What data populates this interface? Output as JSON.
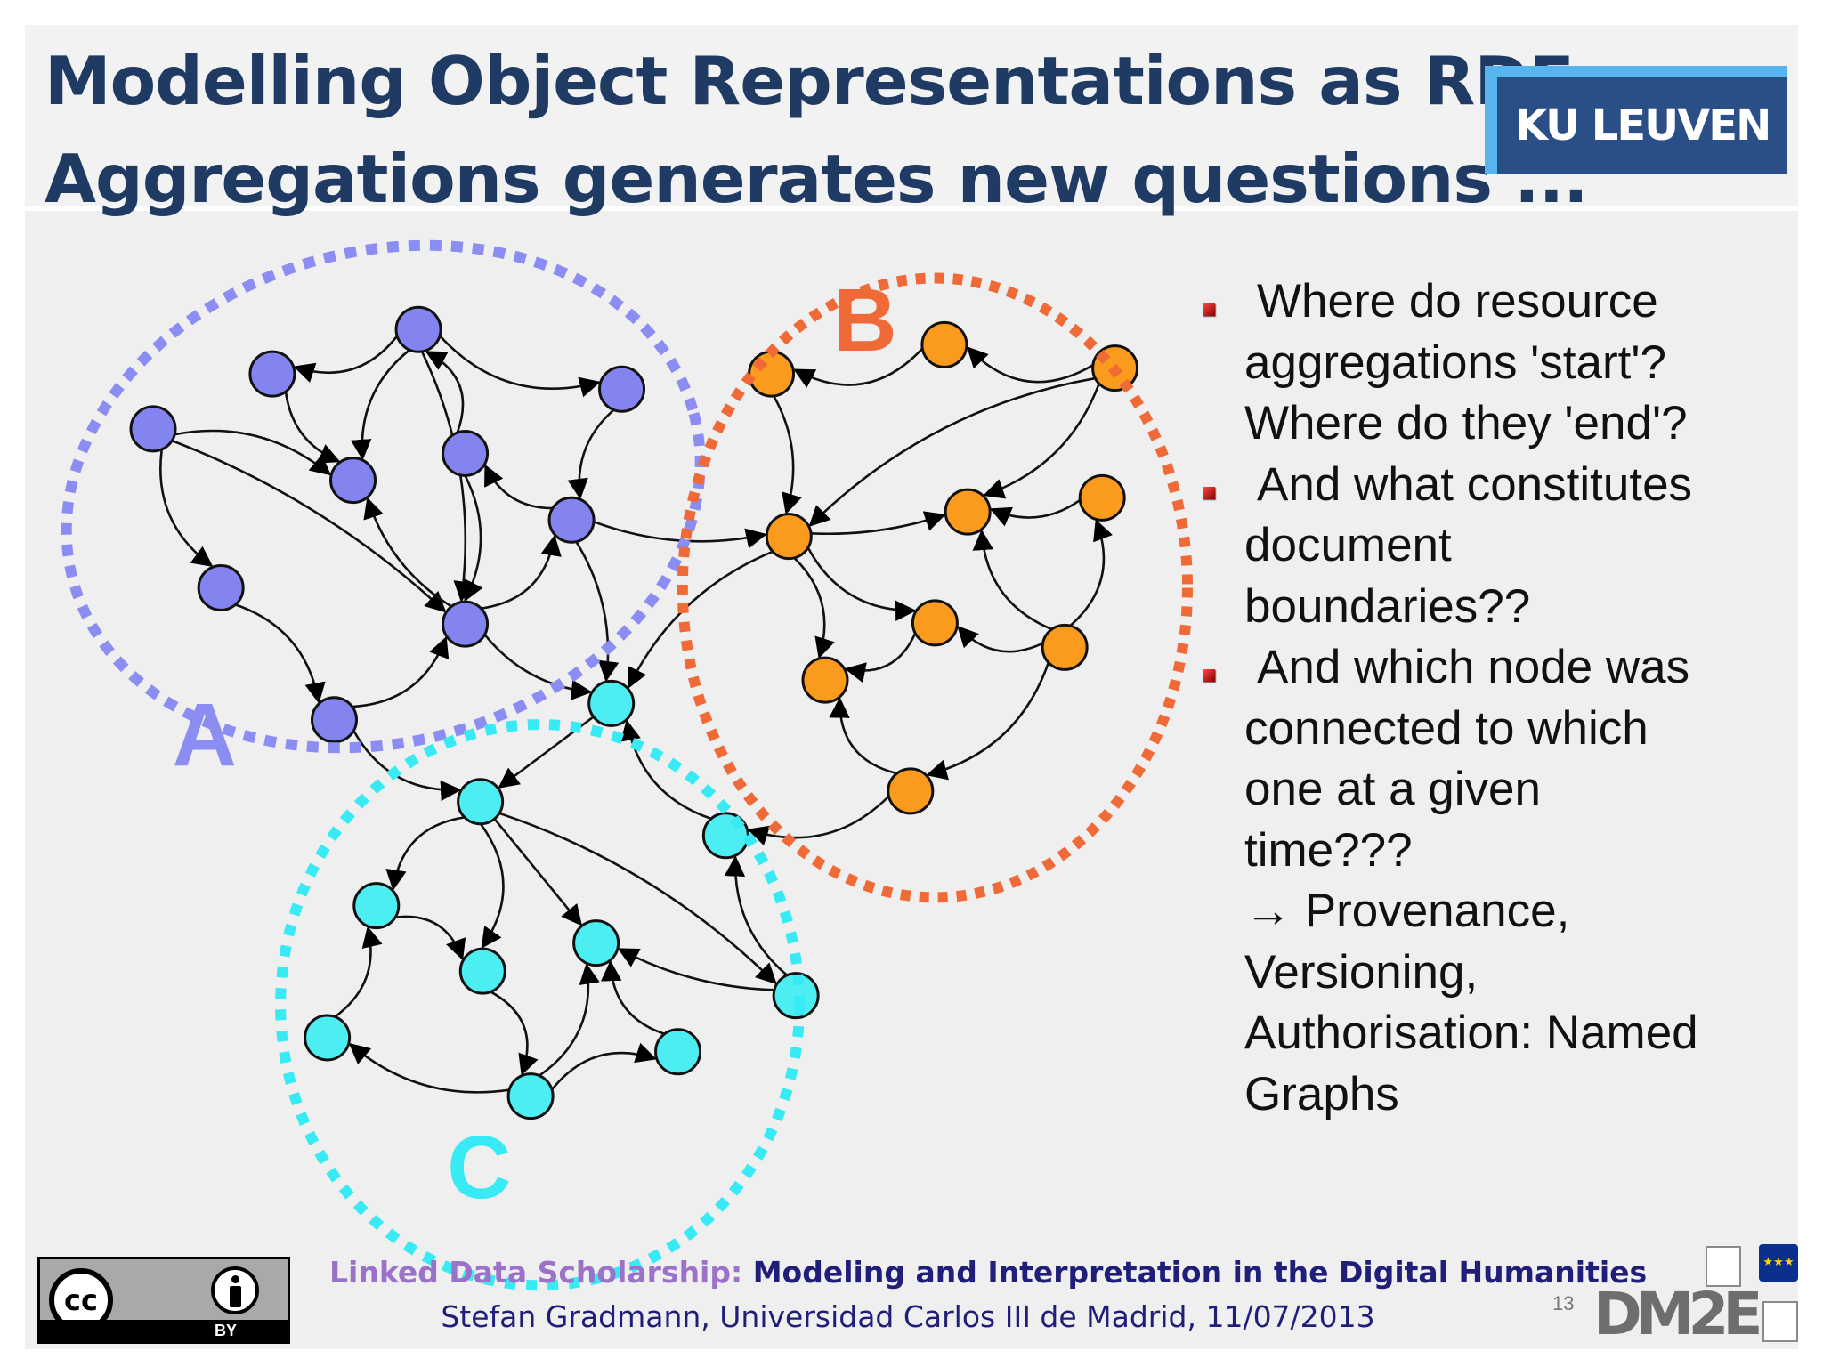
{
  "title": {
    "line1": "Modelling Object Representations as RDF",
    "line2": "Aggregations generates new questions ..."
  },
  "logo": {
    "text": "KU LEUVEN"
  },
  "diagram": {
    "clusters": [
      {
        "label": "A",
        "color": "#8b8df2"
      },
      {
        "label": "B",
        "color": "#f06a38"
      },
      {
        "label": "C",
        "color": "#38eaf4"
      }
    ],
    "node_colors": {
      "A": "#8384f0",
      "B": "#fb9b1d",
      "C": "#4deef1"
    }
  },
  "bullets": [
    {
      "lines": [
        "Where do resource",
        "aggregations 'start'?",
        "Where do they 'end'?"
      ]
    },
    {
      "lines": [
        "And what constitutes",
        "document",
        "boundaries??"
      ]
    },
    {
      "lines": [
        "And which node was",
        "connected to which",
        "one at a given",
        "time???",
        "→ Provenance,",
        "Versioning,",
        "Authorisation: Named",
        "Graphs"
      ]
    }
  ],
  "license": {
    "by_label": "BY",
    "cc_label": "cc"
  },
  "footer": {
    "series": "Linked Data Scholarship:",
    "course": "Modeling and Interpretation in the Digital Humanities",
    "author_line": "Stefan Gradmann, Universidad Carlos III de Madrid, 11/07/2013"
  },
  "page_number": "13",
  "project_logo": "DM2E"
}
